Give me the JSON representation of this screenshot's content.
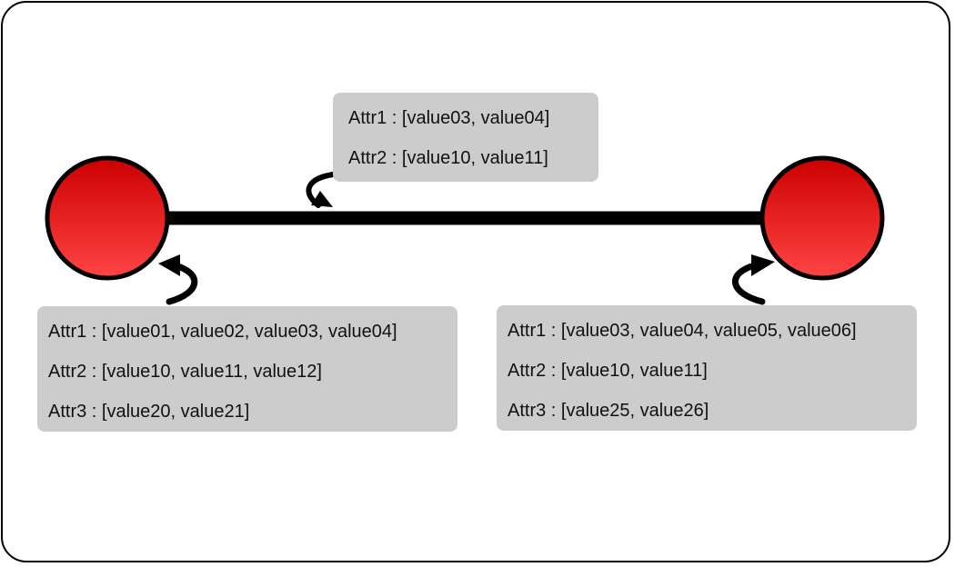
{
  "colors": {
    "node_fill_top": "#cc0000",
    "node_fill_bottom": "#ff4444",
    "node_stroke": "#000000",
    "edge": "#000000",
    "box_background": "#cccccc",
    "text": "#111111"
  },
  "nodes": [
    {
      "id": "left-node"
    },
    {
      "id": "right-node"
    }
  ],
  "edge_attributes": {
    "lines": [
      "Attr1 : [value03, value04]",
      "Attr2 : [value10, value11]"
    ]
  },
  "left_node_attributes": {
    "lines": [
      "Attr1 : [value01, value02, value03, value04]",
      "Attr2 : [value10, value11, value12]",
      "Attr3 : [value20, value21]"
    ]
  },
  "right_node_attributes": {
    "lines": [
      "Attr1 : [value03, value04, value05, value06]",
      "Attr2 : [value10, value11]",
      "Attr3 : [value25, value26]"
    ]
  }
}
